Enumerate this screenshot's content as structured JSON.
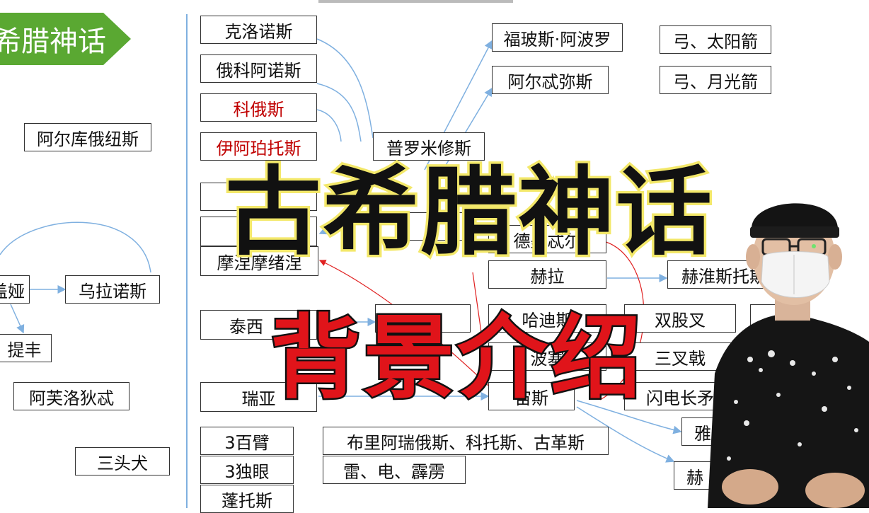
{
  "banner": {
    "text": "希腊神话"
  },
  "left_nodes": {
    "arkas": "阿尔库俄纽斯",
    "gaia_partial": "盖娅",
    "uranus": "乌拉诺斯",
    "typhon": "提丰",
    "aphrodite": "阿芙洛狄忒",
    "cerberus": "三头犬"
  },
  "titan_column": {
    "kronos": "克洛诺斯",
    "oceanus": "俄科阿诺斯",
    "coeus": "科俄斯",
    "iapetus": "伊阿珀托斯",
    "mnemosyne": "摩涅摩绪涅",
    "tethys_partial": "泰西",
    "rhea": "瑞亚",
    "hundred_arms": "3百臂",
    "cyclops": "3独眼",
    "pontus": "蓬托斯"
  },
  "middle_nodes": {
    "prometheus": "普罗米修斯",
    "demeter": "德墨忒尔",
    "hera": "赫拉",
    "zeus": "宙斯",
    "poseidon_partial": "波塞",
    "hades_partial": "哈迪斯",
    "cyclops_names": "布里阿瑞俄斯、科托斯、古革斯",
    "thunder": "雷、电、霹雳"
  },
  "right_nodes": {
    "apollo": "福玻斯·阿波罗",
    "artemis": "阿尔忒弥斯",
    "bow_sun": "弓、太阳箭",
    "bow_moon": "弓、月光箭",
    "hephaestus": "赫淮斯托斯",
    "bident": "双股叉",
    "trident": "三叉戟",
    "lightning_spear": "闪电长矛",
    "athena_partial": "雅",
    "hermes_partial": "赫"
  },
  "overlay": {
    "title_main": "古希腊神话",
    "title_sub": "背景介绍"
  },
  "colors": {
    "banner_green": "#5aa832",
    "connector_blue": "#7fb0e0",
    "connector_red": "#e02020",
    "title_yellow": "#f3e86a",
    "title_red": "#e0141a"
  }
}
